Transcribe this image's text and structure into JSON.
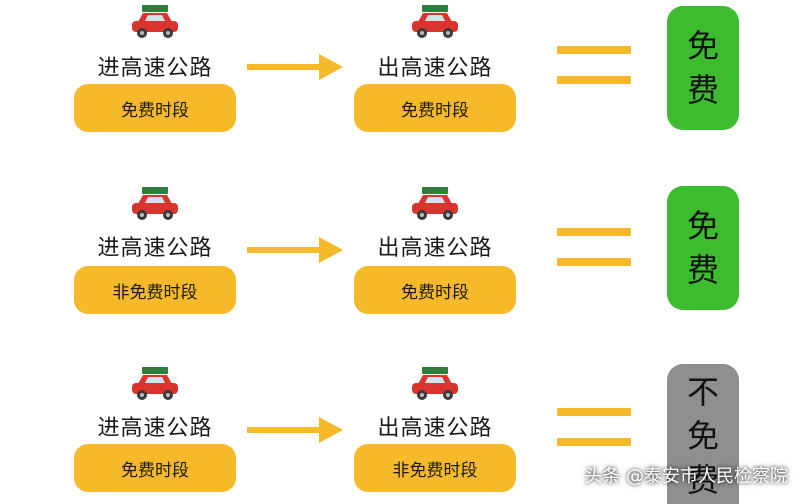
{
  "colors": {
    "pill": "#f5b92a",
    "arrow": "#f5b92a",
    "free": "#3cbc2e",
    "not_free": "#8f8f8f",
    "car_body": "#d9342e",
    "car_luggage": "#2f7d3a"
  },
  "icons": {
    "car": "car-icon",
    "arrow": "right-arrow-icon",
    "equals": "equals-sign-icon"
  },
  "rows": [
    {
      "entry_label": "进高速公路",
      "entry_period": "免费时段",
      "exit_label": "出高速公路",
      "exit_period": "免费时段",
      "result": [
        "免",
        "费"
      ],
      "result_status": "free"
    },
    {
      "entry_label": "进高速公路",
      "entry_period": "非免费时段",
      "exit_label": "出高速公路",
      "exit_period": "免费时段",
      "result": [
        "免",
        "费"
      ],
      "result_status": "free"
    },
    {
      "entry_label": "进高速公路",
      "entry_period": "免费时段",
      "exit_label": "出高速公路",
      "exit_period": "非免费时段",
      "result": [
        "不",
        "免",
        "费"
      ],
      "result_status": "not_free"
    }
  ],
  "watermark": "头条 @泰安市人民检察院"
}
